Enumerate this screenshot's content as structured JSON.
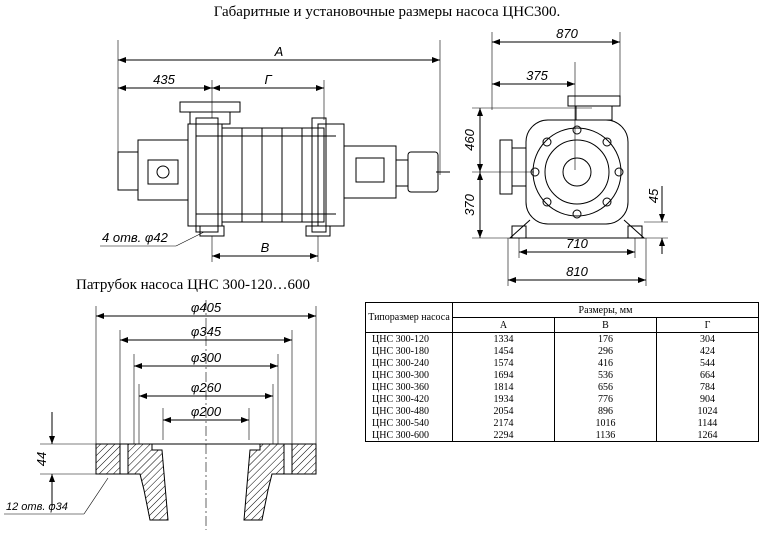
{
  "title": "Габаритные и установочные размеры насоса ЦНС300.",
  "subtitle": "Патрубок насоса ЦНС 300-120…600",
  "dims": {
    "A": "А",
    "G": "Г",
    "B": "В",
    "d435": "435",
    "holes": "4 отв. φ42",
    "d870": "870",
    "d375": "375",
    "d460": "460",
    "d370": "370",
    "d45": "45",
    "d710": "710",
    "d810": "810",
    "phi405": "φ405",
    "phi345": "φ345",
    "phi300": "φ300",
    "phi260": "φ260",
    "phi200": "φ200",
    "d44": "44",
    "holes12": "12 отв. φ34"
  },
  "table": {
    "col_model": "Типоразмер насоса",
    "col_sizes": "Размеры, мм",
    "col_a": "А",
    "col_b": "В",
    "col_g": "Г",
    "rows": [
      {
        "model": "ЦНС 300-120",
        "a": "1334",
        "b": "176",
        "g": "304"
      },
      {
        "model": "ЦНС 300-180",
        "a": "1454",
        "b": "296",
        "g": "424"
      },
      {
        "model": "ЦНС 300-240",
        "a": "1574",
        "b": "416",
        "g": "544"
      },
      {
        "model": "ЦНС 300-300",
        "a": "1694",
        "b": "536",
        "g": "664"
      },
      {
        "model": "ЦНС 300-360",
        "a": "1814",
        "b": "656",
        "g": "784"
      },
      {
        "model": "ЦНС 300-420",
        "a": "1934",
        "b": "776",
        "g": "904"
      },
      {
        "model": "ЦНС 300-480",
        "a": "2054",
        "b": "896",
        "g": "1024"
      },
      {
        "model": "ЦНС 300-540",
        "a": "2174",
        "b": "1016",
        "g": "1144"
      },
      {
        "model": "ЦНС 300-600",
        "a": "2294",
        "b": "1136",
        "g": "1264"
      }
    ]
  }
}
